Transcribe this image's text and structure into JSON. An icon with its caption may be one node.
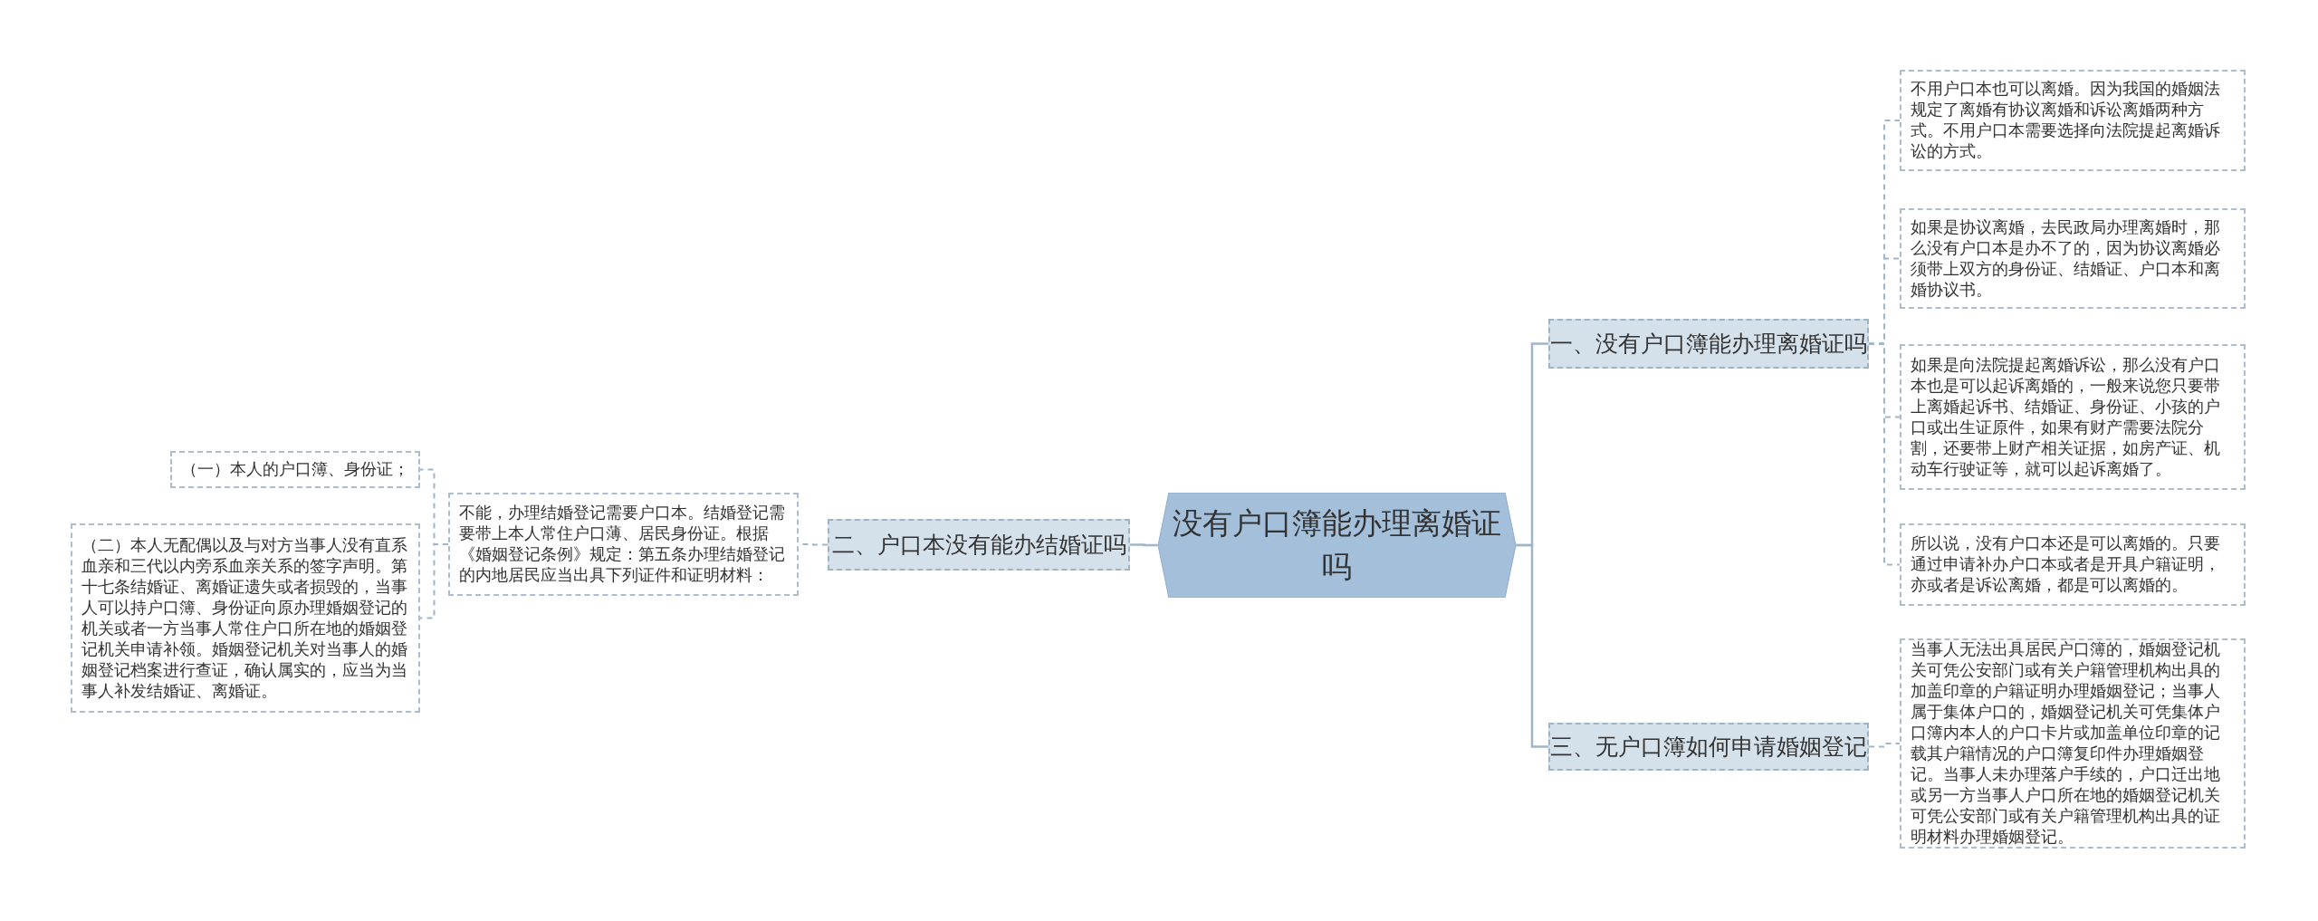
{
  "diagram": {
    "nodes": [
      {
        "text": [
          "没有户口簿能办理离婚证吗"
        ]
      },
      {
        "text": [
          "一、没有户口簿能办理离婚证吗"
        ]
      },
      {
        "text": [
          "不用户口本也可以离婚。因为我国的婚姻法规定了离婚有协议离婚和诉讼离婚两种方式。不用户口本需要选择向法院提起离婚诉讼的方式。"
        ]
      },
      {
        "text": [
          "如果是协议离婚，去民政局办理离婚时，那么没有户口本是办不了的，因为协议离婚必须带上双方的身份证、结婚证、户口本和离婚协议书。"
        ]
      },
      {
        "text": [
          "如果是向法院提起离婚诉讼，那么没有户口本也是可以起诉离婚的，一般来说您只要带上离婚起诉书、结婚证、身份证、小孩的户口或出生证原件，如果有财产需要法院分割，还要带上财产相关证据，如房产证、机动车行驶证等，就可以起诉离婚了。"
        ]
      },
      {
        "text": [
          "所以说，没有户口本还是可以离婚的。只要通过申请补办户口本或者是开具户籍证明，亦或者是诉讼离婚，都是可以离婚的。"
        ]
      },
      {
        "text": [
          "三、无户口簿如何申请婚姻登记"
        ]
      },
      {
        "text": [
          "当事人无法出具居民户口簿的，婚姻登记机关可凭公安部门或有关户籍管理机构出具的加盖印章的户籍证明办理婚姻登记；当事人属于集体户口的，婚姻登记机关可凭集体户口簿内本人的户口卡片或加盖单位印章的记载其户籍情况的户口簿复印件办理婚姻登记。当事人未办理落户手续的，户口迁出地或另一方当事人户口所在地的婚姻登记机关可凭公安部门或有关户籍管理机构出具的证明材料办理婚姻登记。"
        ]
      },
      {
        "text": [
          "二、户口本没有能办结婚证吗"
        ]
      },
      {
        "text": [
          "不能，办理结婚登记需要户口本。结婚登记需要带上本人常住户口薄、居民身份证。根据《婚姻登记条例》规定：第五条办理结婚登记的内地居民应当出具下列证件和证明材料："
        ]
      },
      {
        "text": [
          "（一）本人的户口簿、身份证；"
        ]
      },
      {
        "text": [
          "（二）本人无配偶以及与对方当事人没有直系血亲和三代以内旁系血亲关系的签字声明。第十七条结婚证、离婚证遗失或者损毁的，当事人可以持户口簿、身份证向原办理婚姻登记的机关或者一方当事人常住户口所在地的婚姻登记机关申请补领。婚姻登记机关对当事人的婚姻登记档案进行查证，确认属实的，应当为当事人补发结婚证、离婚证。"
        ]
      }
    ],
    "edges": [
      {
        "from": 0,
        "to": 1,
        "arrow": "none"
      },
      {
        "from": 1,
        "to": 2,
        "arrow": "none",
        "style": "dashed"
      },
      {
        "from": 1,
        "to": 3,
        "arrow": "none",
        "style": "dashed"
      },
      {
        "from": 1,
        "to": 4,
        "arrow": "none",
        "style": "dashed"
      },
      {
        "from": 1,
        "to": 5,
        "arrow": "none",
        "style": "dashed"
      },
      {
        "from": 0,
        "to": 6,
        "arrow": "none"
      },
      {
        "from": 6,
        "to": 7,
        "arrow": "none",
        "style": "dashed"
      },
      {
        "from": 0,
        "to": 8,
        "arrow": "none"
      },
      {
        "from": 8,
        "to": 9,
        "arrow": "none",
        "style": "dashed"
      },
      {
        "from": 9,
        "to": 10,
        "arrow": "none",
        "style": "dashed"
      },
      {
        "from": 9,
        "to": 11,
        "arrow": "none",
        "style": "dashed"
      }
    ]
  }
}
